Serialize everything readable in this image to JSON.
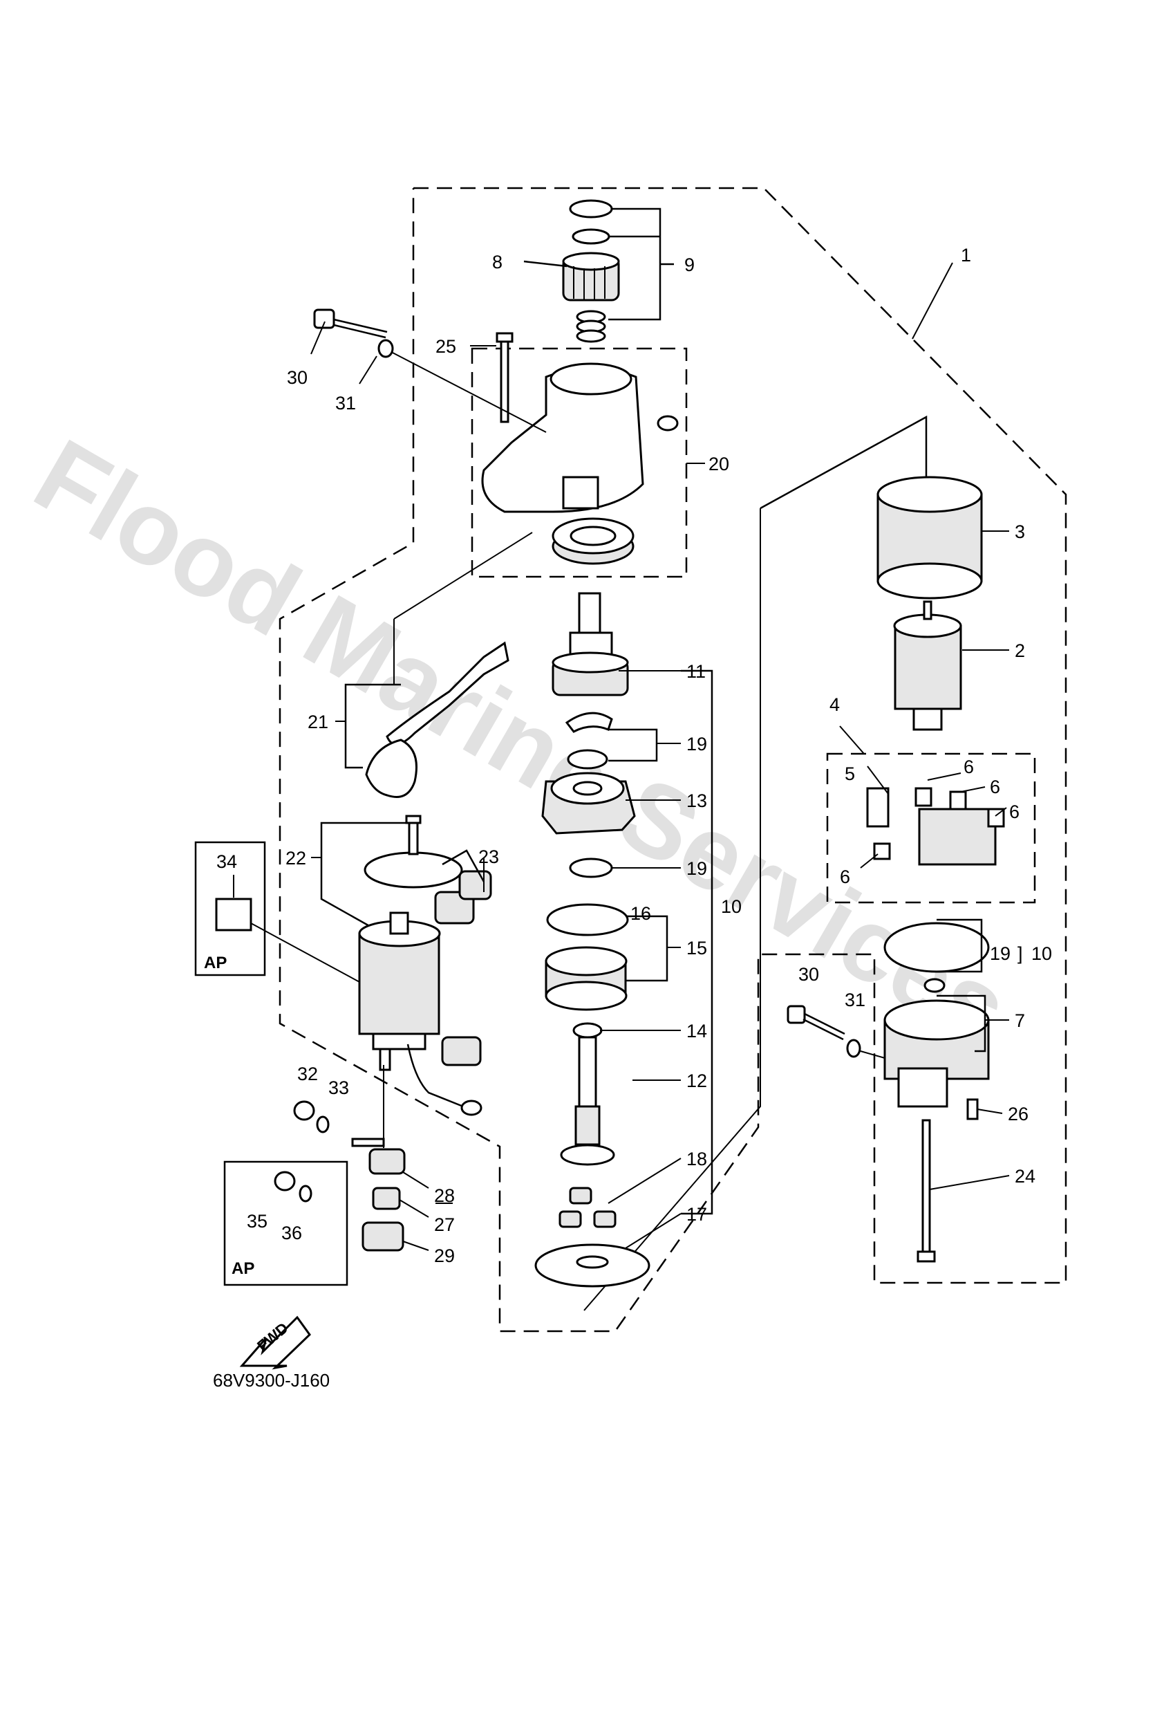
{
  "diagram": {
    "code": "68V9300-J160",
    "watermark": "Flood Marine Services",
    "ap_label": "AP",
    "fwd_label": "FWD",
    "callouts": {
      "c1": "1",
      "c2": "2",
      "c3": "3",
      "c4": "4",
      "c5": "5",
      "c6a": "6",
      "c6b": "6",
      "c6c": "6",
      "c6d": "6",
      "c7": "7",
      "c8": "8",
      "c9": "9",
      "c10a": "10",
      "c10b": "10",
      "c11": "11",
      "c12": "12",
      "c13": "13",
      "c14": "14",
      "c15": "15",
      "c16": "16",
      "c17": "17",
      "c18": "18",
      "c19a": "19",
      "c19b": "19",
      "c19c": "19",
      "c20": "20",
      "c21": "21",
      "c22": "22",
      "c23": "23",
      "c24": "24",
      "c25": "25",
      "c26": "26",
      "c27": "27",
      "c28": "28",
      "c29": "29",
      "c30a": "30",
      "c30b": "30",
      "c31a": "31",
      "c31b": "31",
      "c32": "32",
      "c33": "33",
      "c34": "34",
      "c35": "35",
      "c36": "36"
    }
  }
}
